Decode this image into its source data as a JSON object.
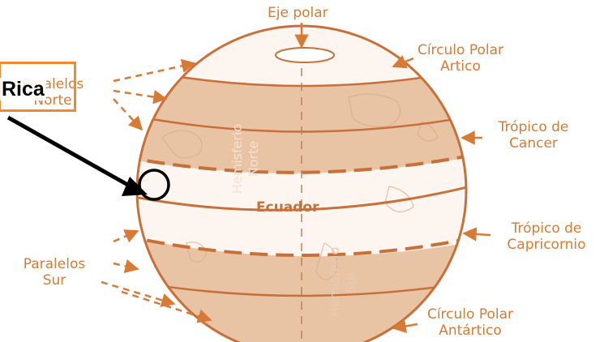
{
  "labels": {
    "polar_axis": "Eje polar",
    "arctic_circle": [
      "Círculo Polar",
      "Artico"
    ],
    "tropic_cancer": [
      "Trópico de",
      "Cancer"
    ],
    "tropic_capricorn": [
      "Trópico de",
      "Capricornio"
    ],
    "antarctic_circle": [
      "Círculo Polar",
      "Antártico"
    ],
    "north_parallels": [
      "Paralelos",
      "Norte"
    ],
    "south_parallels": [
      "Paralelos",
      "Sur"
    ],
    "equator": "Ecuador",
    "north_hemisphere": [
      "Hemisferio",
      "Norte"
    ],
    "south_hemisphere": [
      "Hemisferio",
      "Sur"
    ]
  },
  "annotation": {
    "text": "Rica"
  },
  "colors": {
    "globe_fill": "#e8c3a4",
    "globe_band_light": "#fdf6f0",
    "globe_stroke": "#c8703a",
    "label": "#d77a35",
    "badge_border": "#f08a30",
    "pointer": "#000000"
  }
}
